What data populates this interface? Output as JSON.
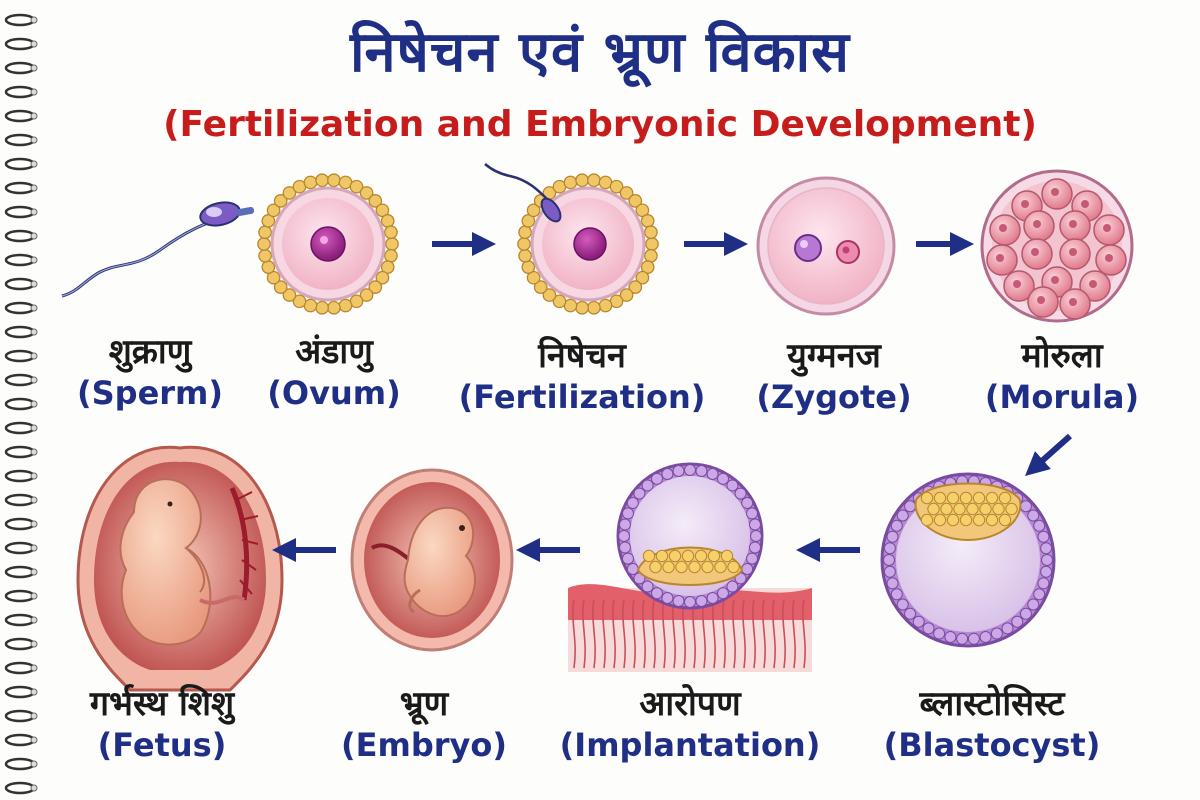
{
  "title": {
    "hindi": "निषेचन एवं भ्रूण विकास",
    "english": "(Fertilization and Embryonic Development)"
  },
  "stages": {
    "sperm": {
      "hindi": "शुक्राणु",
      "english": "(Sperm)"
    },
    "ovum": {
      "hindi": "अंडाणु",
      "english": "(Ovum)"
    },
    "fertilization": {
      "hindi": "निषेचन",
      "english": "(Fertilization)"
    },
    "zygote": {
      "hindi": "युग्मनज",
      "english": "(Zygote)"
    },
    "morula": {
      "hindi": "मोरुला",
      "english": "(Morula)"
    },
    "blastocyst": {
      "hindi": "ब्लास्टोसिस्ट",
      "english": "(Blastocyst)"
    },
    "implantation": {
      "hindi": "आरोपण",
      "english": "(Implantation)"
    },
    "embryo": {
      "hindi": "भ्रूण",
      "english": "(Embryo)"
    },
    "fetus": {
      "hindi": "गर्भस्थ शिशु",
      "english": "(Fetus)"
    }
  },
  "colors": {
    "title_blue": "#1f2f86",
    "subtitle_red": "#c71c1c",
    "arrow_navy": "#1f2f86",
    "cell_pink": "#f7c9d6",
    "corona_gold": "#e9b54a",
    "nucleus_purple": "#a0328f",
    "blastocyst_violet": "#a879c9",
    "uterus_red": "#c93a3a"
  }
}
